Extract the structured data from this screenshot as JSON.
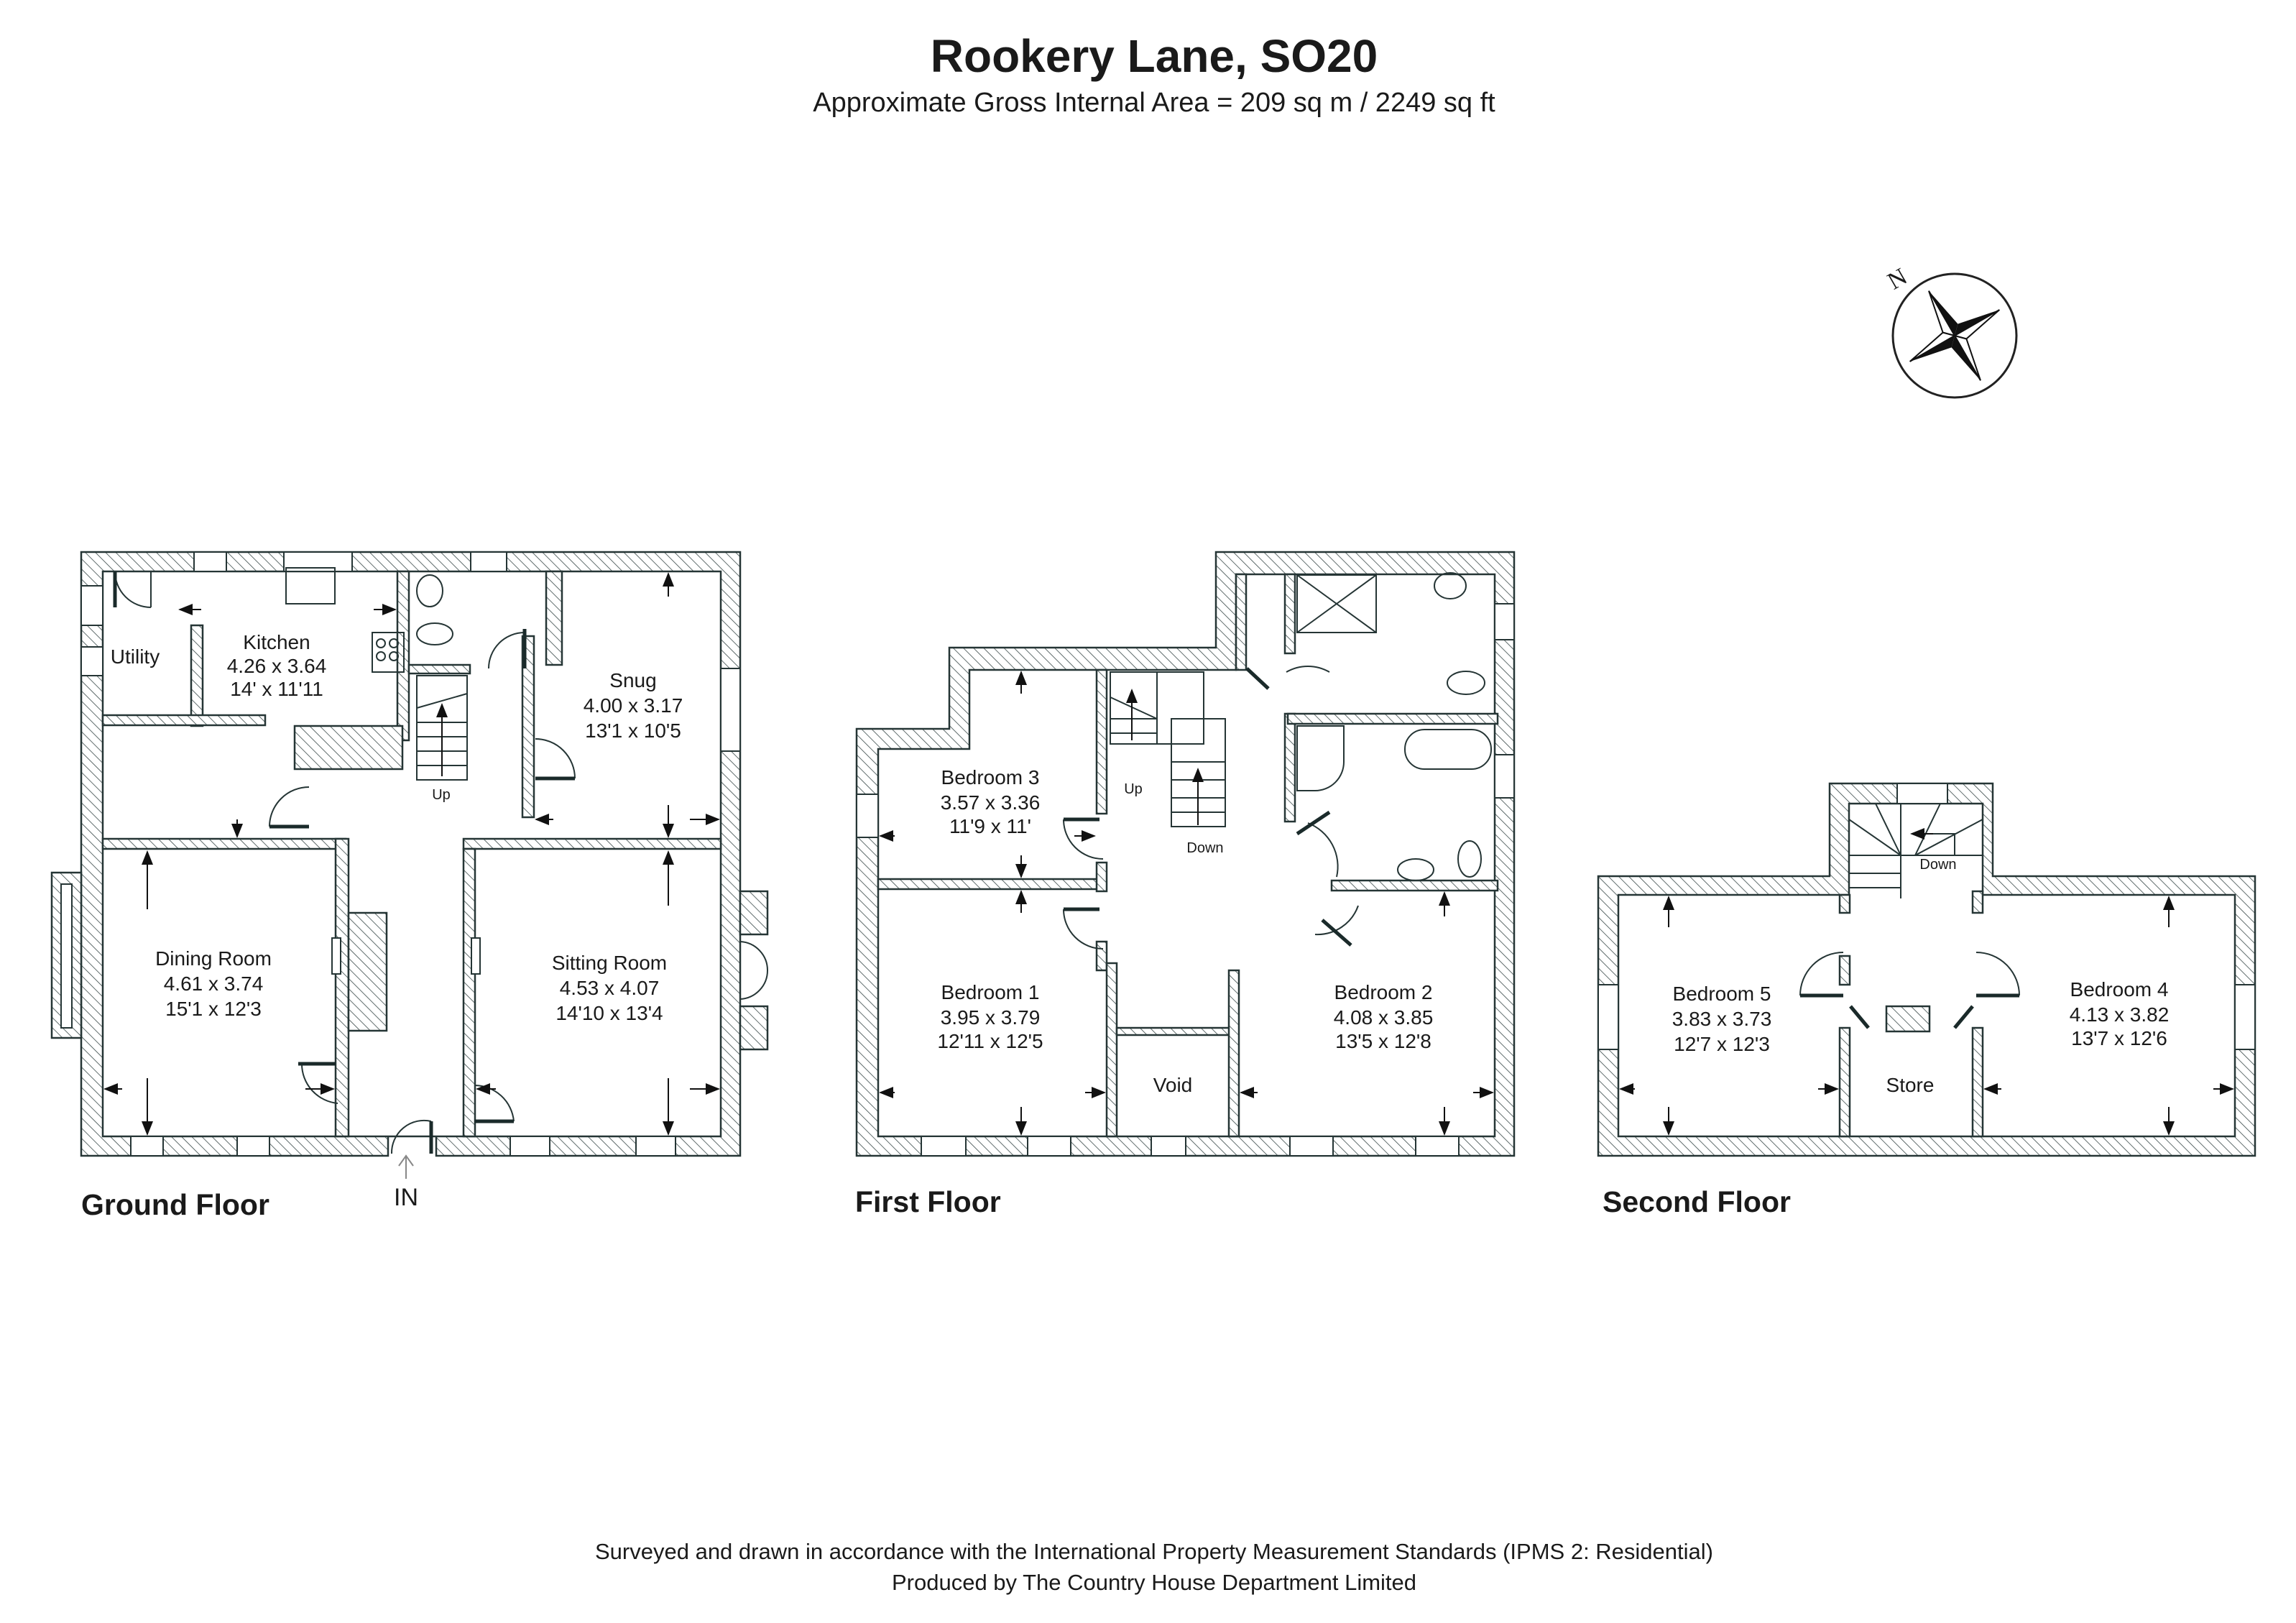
{
  "header": {
    "title": "Rookery Lane, SO20",
    "subtitle": "Approximate Gross Internal Area = 209 sq m / 2249 sq ft"
  },
  "compass": {
    "label": "N",
    "icon": "compass-rose-icon"
  },
  "floors": {
    "ground": {
      "label": "Ground Floor",
      "entrance": "IN",
      "stairs": "Up",
      "rooms": {
        "utility": {
          "name": "Utility"
        },
        "kitchen": {
          "name": "Kitchen",
          "metric": "4.26 x 3.64",
          "imperial": "14' x 11'11"
        },
        "snug": {
          "name": "Snug",
          "metric": "4.00 x 3.17",
          "imperial": "13'1 x 10'5"
        },
        "dining": {
          "name": "Dining Room",
          "metric": "4.61 x 3.74",
          "imperial": "15'1 x 12'3"
        },
        "sitting": {
          "name": "Sitting Room",
          "metric": "4.53 x 4.07",
          "imperial": "14'10 x 13'4"
        }
      }
    },
    "first": {
      "label": "First Floor",
      "stairs_up": "Up",
      "stairs_down": "Down",
      "rooms": {
        "bedroom3": {
          "name": "Bedroom 3",
          "metric": "3.57 x 3.36",
          "imperial": "11'9 x 11'"
        },
        "bedroom1": {
          "name": "Bedroom 1",
          "metric": "3.95 x 3.79",
          "imperial": "12'11 x 12'5"
        },
        "bedroom2": {
          "name": "Bedroom 2",
          "metric": "4.08 x 3.85",
          "imperial": "13'5 x 12'8"
        },
        "void": {
          "name": "Void"
        }
      }
    },
    "second": {
      "label": "Second Floor",
      "stairs_down": "Down",
      "rooms": {
        "bedroom5": {
          "name": "Bedroom 5",
          "metric": "3.83 x 3.73",
          "imperial": "12'7 x 12'3"
        },
        "bedroom4": {
          "name": "Bedroom 4",
          "metric": "4.13 x 3.82",
          "imperial": "13'7 x 12'6"
        },
        "store": {
          "name": "Store"
        }
      }
    }
  },
  "footer": {
    "line1": "Surveyed and drawn in accordance with the International Property Measurement Standards (IPMS 2: Residential)",
    "line2": "Produced by The Country House Department Limited"
  },
  "colors": {
    "wall": "#253535",
    "text": "#1a1a1a"
  }
}
